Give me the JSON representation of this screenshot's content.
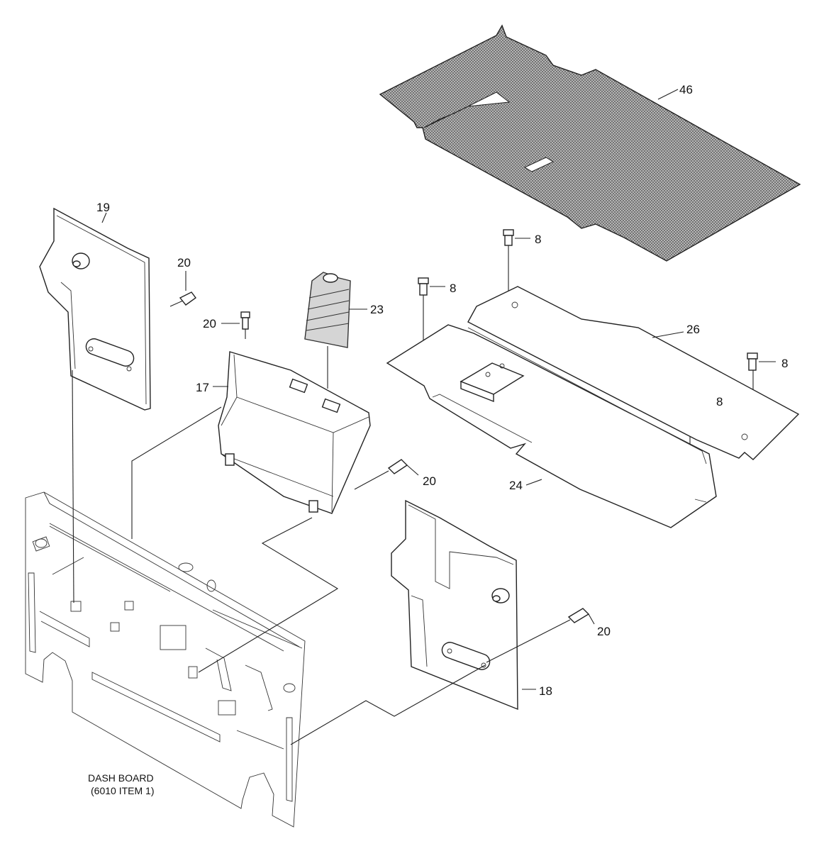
{
  "callouts": {
    "c46": "46",
    "c19": "19",
    "c20a": "20",
    "c20b": "20",
    "c23": "23",
    "c17": "17",
    "c20c": "20",
    "c8a": "8",
    "c8b": "8",
    "c26": "26",
    "c8c": "8",
    "c8d": "8",
    "c24": "24",
    "c20d": "20",
    "c18": "18"
  },
  "dash_board": {
    "line1": "DASH BOARD",
    "line2": "(6010 ITEM 1)"
  },
  "colors": {
    "line": "#222222",
    "mat_fill": "#9a9a9a",
    "background": "#ffffff"
  }
}
